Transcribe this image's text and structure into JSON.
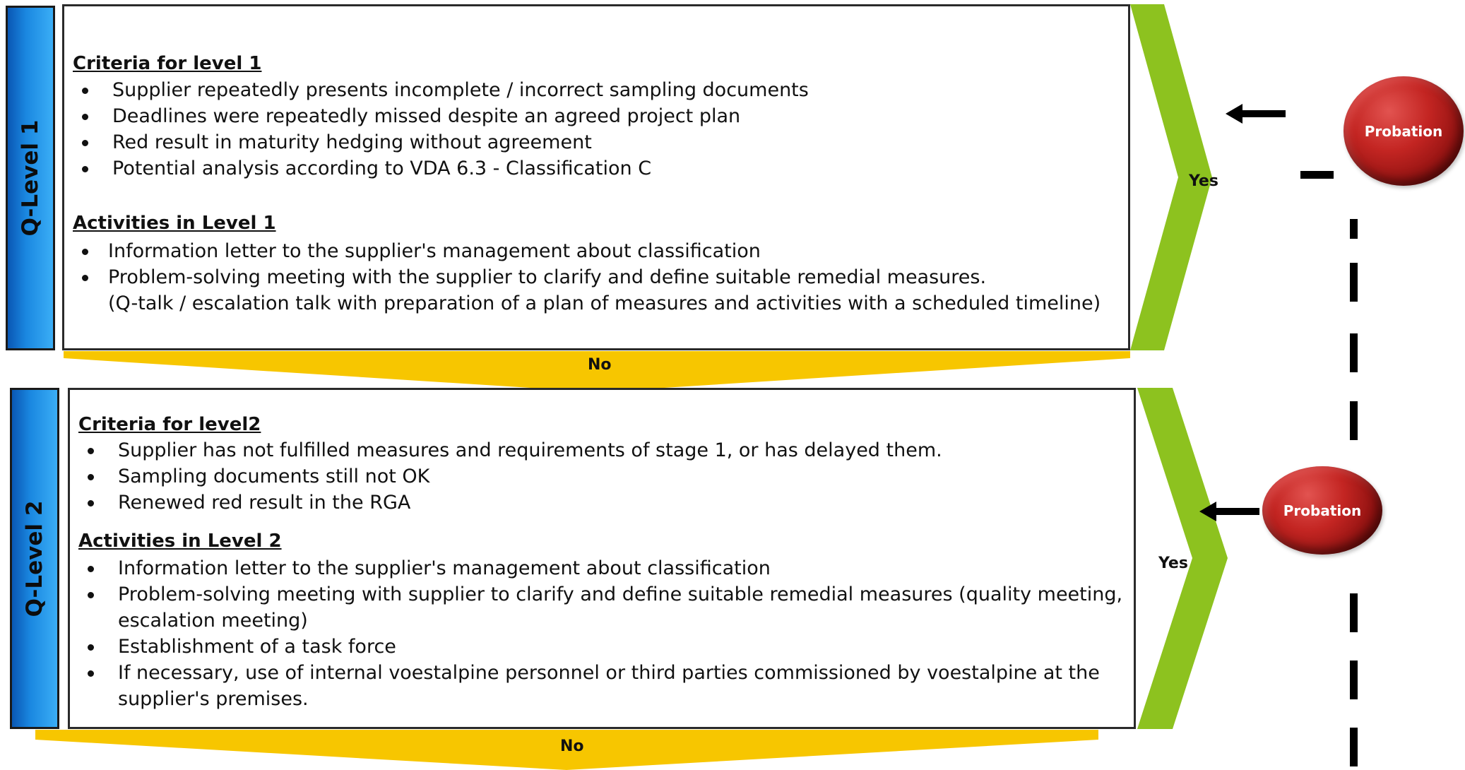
{
  "colors": {
    "level_bar": "#1a87e0",
    "yes_chevron": "#8dc21f",
    "no_chevron": "#f7c600",
    "seal": "#b71c1c"
  },
  "level1": {
    "bar_label": "Q-Level 1",
    "criteria_title": "Criteria for level 1",
    "criteria": [
      "Supplier repeatedly presents incomplete / incorrect sampling documents",
      "Deadlines were repeatedly missed despite an agreed project plan",
      "Red result in maturity hedging without agreement",
      "Potential analysis according to VDA 6.3 - Classification C"
    ],
    "activities_title": "Activities in Level 1",
    "activities": [
      "Information letter to the supplier's management about classification",
      "Problem-solving meeting with the supplier to clarify and define suitable remedial measures.",
      "(Q-talk / escalation talk with preparation of a plan of measures and activities with a scheduled timeline)"
    ],
    "yes_label": "Yes",
    "no_label": "No",
    "seal_label": "Probation"
  },
  "level2": {
    "bar_label": "Q-Level 2",
    "criteria_title": "Criteria for level2",
    "criteria": [
      "Supplier has not fulfilled measures and requirements of stage 1, or has delayed them.",
      "Sampling documents still not OK",
      "Renewed red result in the RGA"
    ],
    "activities_title": "Activities in Level 2",
    "activities": [
      "Information letter to the supplier's management about classification",
      "Problem-solving meeting with supplier to clarify and define suitable remedial measures (quality meeting,",
      "escalation meeting)",
      "Establishment of a task force",
      "If necessary, use of internal voestalpine personnel or third parties commissioned by voestalpine at the",
      "supplier's premises."
    ],
    "yes_label": "Yes",
    "no_label": "No",
    "seal_label": "Probation"
  }
}
